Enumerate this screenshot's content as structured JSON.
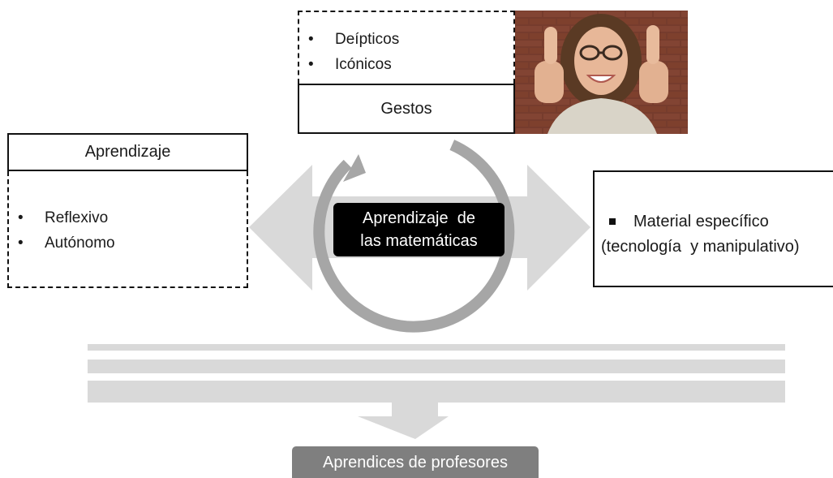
{
  "gestos": {
    "items": [
      "Deípticos",
      "Icónicos"
    ],
    "label": "Gestos"
  },
  "aprendizaje": {
    "label": "Aprendizaje",
    "items": [
      "Reflexivo",
      "Autónomo"
    ]
  },
  "center": {
    "line1": "Aprendizaje  de",
    "line2": "las matemáticas"
  },
  "material": {
    "line1": "Material específico",
    "line2": "(tecnología  y manipulativo)"
  },
  "bottom": {
    "label": "Aprendices de profesores"
  },
  "colors": {
    "arrow_fill": "#d9d9d9",
    "cycle_arrow": "#a6a6a6",
    "bars": "#d9d9d9",
    "center_box": "#000000",
    "bottom_box": "#7f7f7f"
  }
}
